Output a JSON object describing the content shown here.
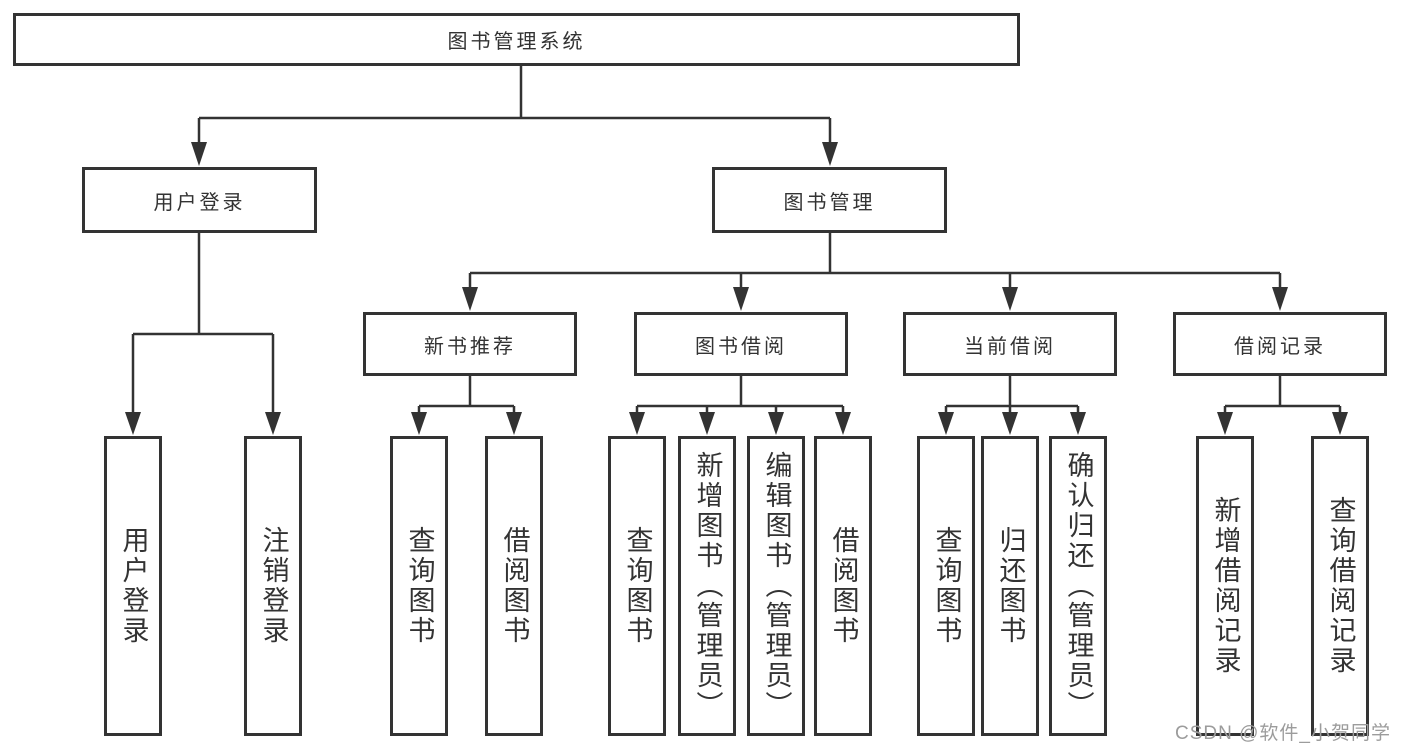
{
  "meta": {
    "type": "tree-diagram",
    "background_color": "#ffffff",
    "line_color": "#333333",
    "box_border_color": "#333333",
    "text_color": "#333333"
  },
  "watermark": {
    "text": "CSDN @软件_小贺同学",
    "color": "#9c9c9c"
  },
  "diagram": {
    "root": {
      "label": "图书管理系统",
      "children": [
        {
          "label": "用户登录",
          "children": [
            {
              "label": "用户登录"
            },
            {
              "label": "注销登录"
            }
          ]
        },
        {
          "label": "图书管理",
          "children": [
            {
              "label": "新书推荐",
              "children": [
                {
                  "label": "查询图书"
                },
                {
                  "label": "借阅图书"
                }
              ]
            },
            {
              "label": "图书借阅",
              "children": [
                {
                  "label": "查询图书"
                },
                {
                  "label": "新增图书（管理员）"
                },
                {
                  "label": "编辑图书（管理员）"
                },
                {
                  "label": "借阅图书"
                }
              ]
            },
            {
              "label": "当前借阅",
              "children": [
                {
                  "label": "查询图书"
                },
                {
                  "label": "归还图书"
                },
                {
                  "label": "确认归还（管理员）"
                }
              ]
            },
            {
              "label": "借阅记录",
              "children": [
                {
                  "label": "新增借阅记录"
                },
                {
                  "label": "查询借阅记录"
                }
              ]
            }
          ]
        }
      ]
    }
  }
}
